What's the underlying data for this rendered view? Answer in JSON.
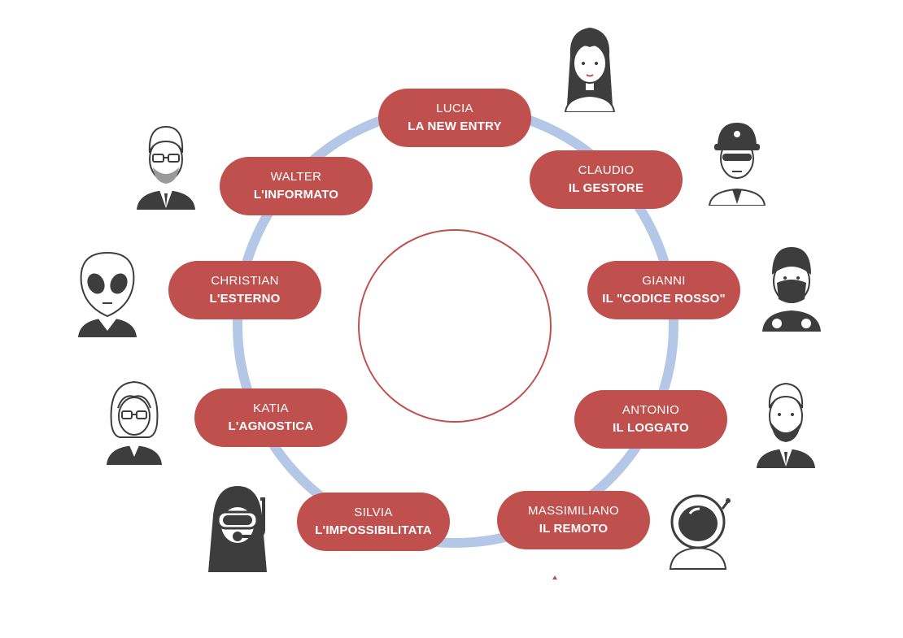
{
  "colors": {
    "pill": "#c0504d",
    "ring": "#b4c7e7",
    "text": "#ffffff",
    "center_border": "#c0504d",
    "avatar_dark": "#3d3d3d"
  },
  "members": [
    {
      "id": "lucia",
      "name": "LUCIA",
      "role": "LA NEW ENTRY",
      "icon": "woman-long-hair-icon"
    },
    {
      "id": "claudio",
      "name": "CLAUDIO",
      "role": "IL GESTORE",
      "icon": "security-guard-icon"
    },
    {
      "id": "gianni",
      "name": "GIANNI",
      "role": "IL \"CODICE ROSSO\"",
      "icon": "masked-man-icon"
    },
    {
      "id": "antonio",
      "name": "ANTONIO",
      "role": "IL LOGGATO",
      "icon": "bearded-man-suit-icon"
    },
    {
      "id": "massimiliano",
      "name": "MASSIMILIANO",
      "role": "IL REMOTO",
      "icon": "astronaut-icon"
    },
    {
      "id": "silvia",
      "name": "SILVIA",
      "role": "L'IMPOSSIBILITATA",
      "icon": "diver-icon"
    },
    {
      "id": "katia",
      "name": "KATIA",
      "role": "L'AGNOSTICA",
      "icon": "woman-glasses-icon"
    },
    {
      "id": "christian",
      "name": "CHRISTIAN",
      "role": "L'ESTERNO",
      "icon": "alien-icon"
    },
    {
      "id": "walter",
      "name": "WALTER",
      "role": "L'INFORMATO",
      "icon": "man-glasses-beard-icon"
    }
  ]
}
